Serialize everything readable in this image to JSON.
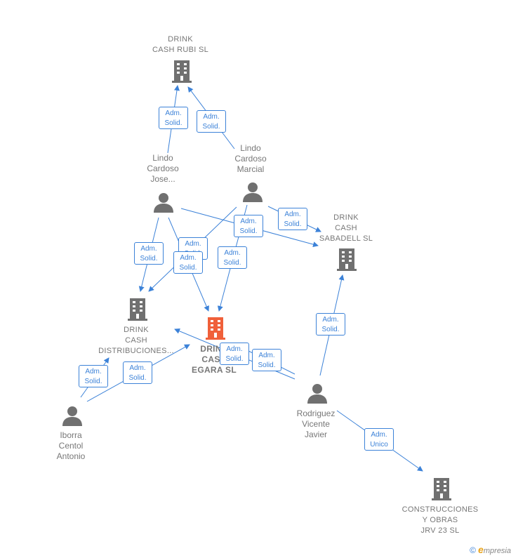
{
  "nodes": {
    "rubi": {
      "lines": [
        "DRINK",
        "CASH RUBI  SL"
      ],
      "kind": "company"
    },
    "sabadell": {
      "lines": [
        "DRINK",
        "CASH",
        "SABADELL  SL"
      ],
      "kind": "company"
    },
    "distribuciones": {
      "lines": [
        "DRINK",
        "CASH",
        "DISTRIBUCIONES..."
      ],
      "kind": "company"
    },
    "egara": {
      "lines": [
        "DRINK",
        "CASH",
        "EGARA  SL"
      ],
      "kind": "company-focus"
    },
    "construcciones": {
      "lines": [
        "CONSTRUCCIONES",
        "Y OBRAS",
        "JRV 23 SL"
      ],
      "kind": "company"
    },
    "lindo_jose": {
      "lines": [
        "Lindo",
        "Cardoso",
        "Jose..."
      ],
      "kind": "person"
    },
    "lindo_marcial": {
      "lines": [
        "Lindo",
        "Cardoso",
        "Marcial"
      ],
      "kind": "person"
    },
    "iborra": {
      "lines": [
        "Iborra",
        "Centol",
        "Antonio"
      ],
      "kind": "person"
    },
    "rodriguez": {
      "lines": [
        "Rodriguez",
        "Vicente",
        "Javier"
      ],
      "kind": "person"
    }
  },
  "relations": {
    "adm_solid": [
      "Adm.",
      "Solid."
    ],
    "adm_unico": [
      "Adm.",
      "Unico"
    ]
  },
  "colors": {
    "edge": "#3c82d8",
    "icon": "#707070",
    "focus": "#f0603a"
  },
  "footer": {
    "copyright": "©",
    "brand_initial": "e",
    "brand_rest": "mpresia"
  }
}
